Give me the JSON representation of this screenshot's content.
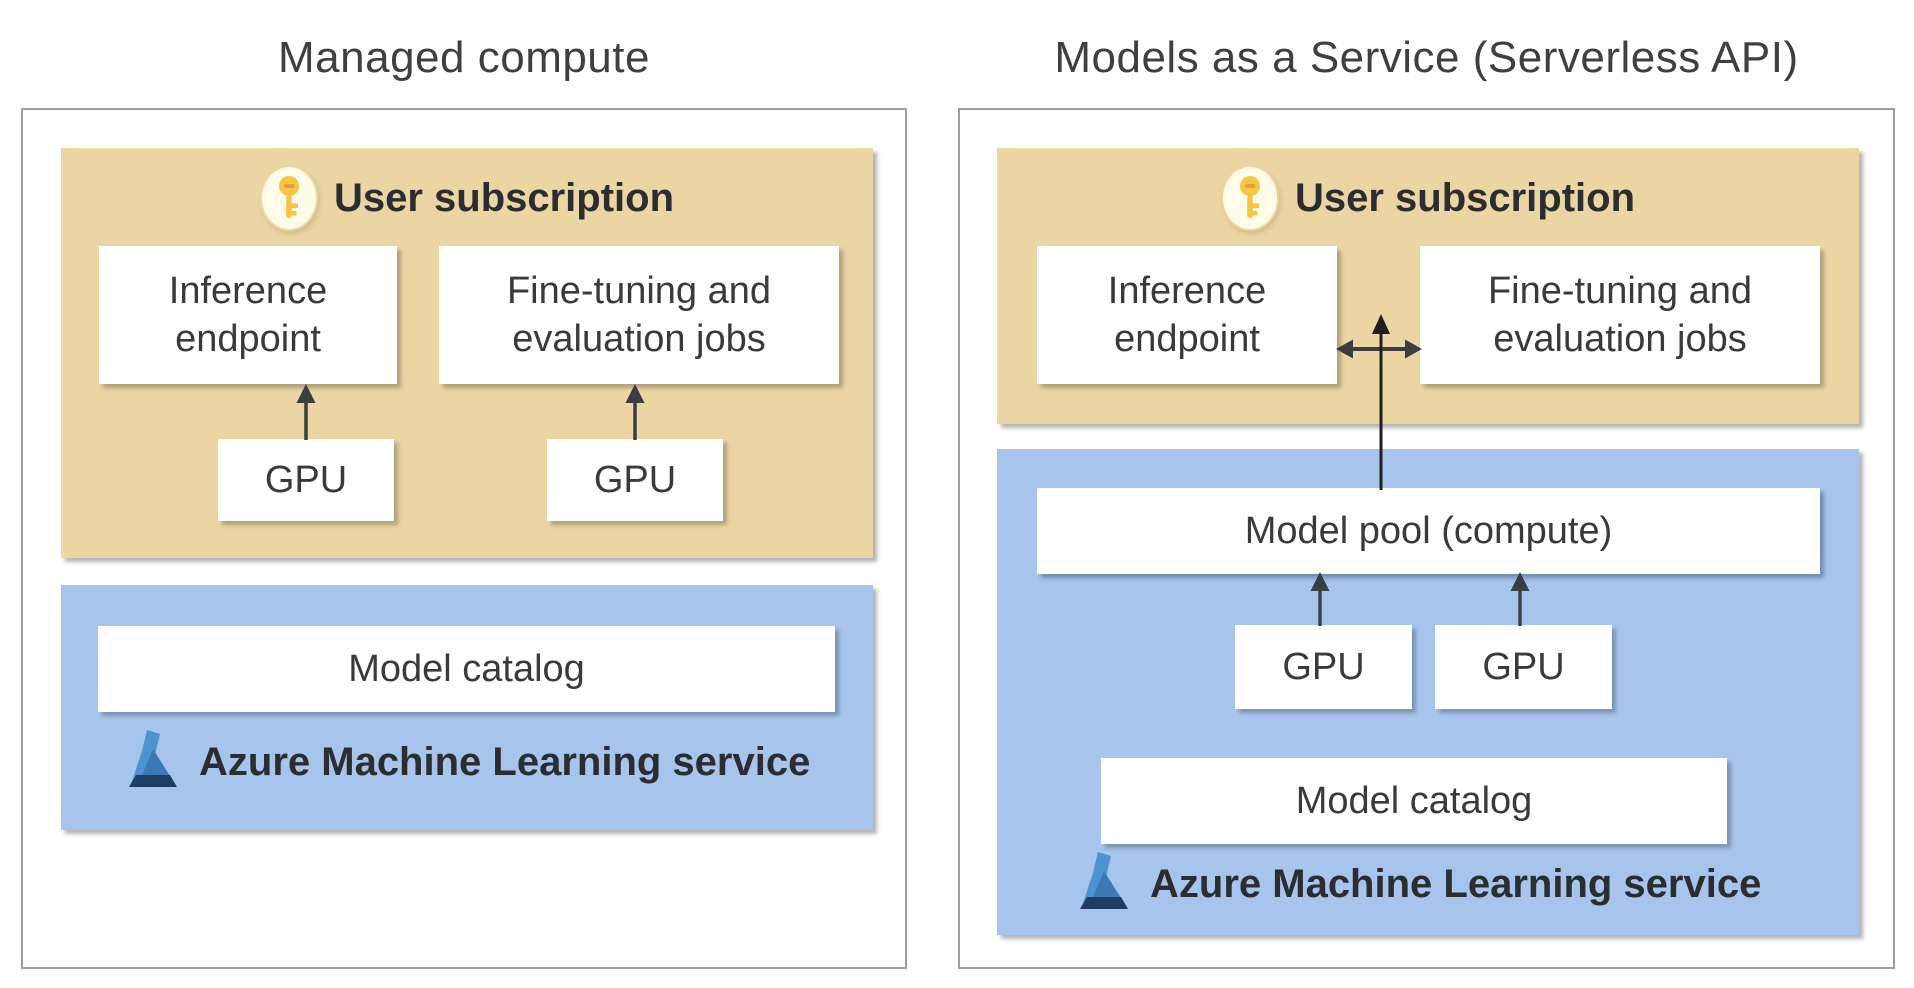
{
  "colors": {
    "subscription_bg": "#EAD5A3",
    "service_bg": "#A6C4EC",
    "panel_border": "#9E9E9E",
    "title_text": "#3F3F3F",
    "label_text": "#3A3A3A",
    "heading_text": "#2B2D31",
    "arrow_color": "#3A3D42",
    "connector_color": "#1F1F1F",
    "key_gold": "#F6C544",
    "flask_light": "#4C93CF",
    "flask_mid": "#3B79B5",
    "flask_dark": "#1F3D63"
  },
  "icons": {
    "subscription": "key-icon",
    "service": "azure-ml-flask-icon"
  },
  "panels": {
    "managed": {
      "title": "Managed compute",
      "subscription_label": "User subscription",
      "inference_label": "Inference endpoint",
      "finetuning_label": "Fine-tuning and evaluation jobs",
      "gpu_labels": [
        "GPU",
        "GPU"
      ],
      "model_catalog_label": "Model catalog",
      "service_label": "Azure Machine Learning service"
    },
    "maas": {
      "title": "Models as a Service (Serverless API)",
      "subscription_label": "User subscription",
      "inference_label": "Inference endpoint",
      "finetuning_label": "Fine-tuning and evaluation jobs",
      "model_pool_label": "Model pool (compute)",
      "gpu_labels": [
        "GPU",
        "GPU"
      ],
      "model_catalog_label": "Model catalog",
      "service_label": "Azure Machine Learning service"
    }
  }
}
